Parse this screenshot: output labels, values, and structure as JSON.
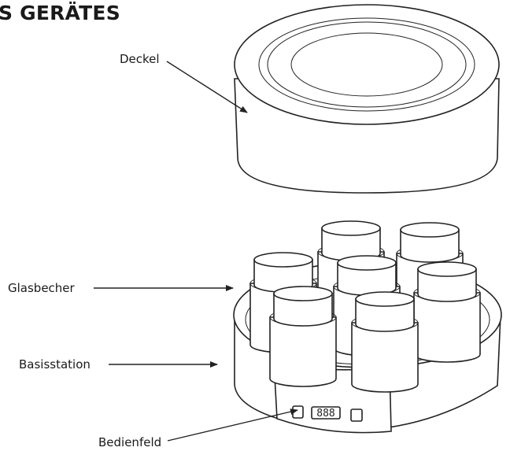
{
  "heading": "S GERÄTES",
  "labels": {
    "lid": "Deckel",
    "jars": "Glasbecher",
    "base": "Basisstation",
    "panel": "Bedienfeld"
  },
  "display_digits": "888",
  "colors": {
    "line": "#222222",
    "background": "#ffffff",
    "text": "#1a1a1a"
  }
}
